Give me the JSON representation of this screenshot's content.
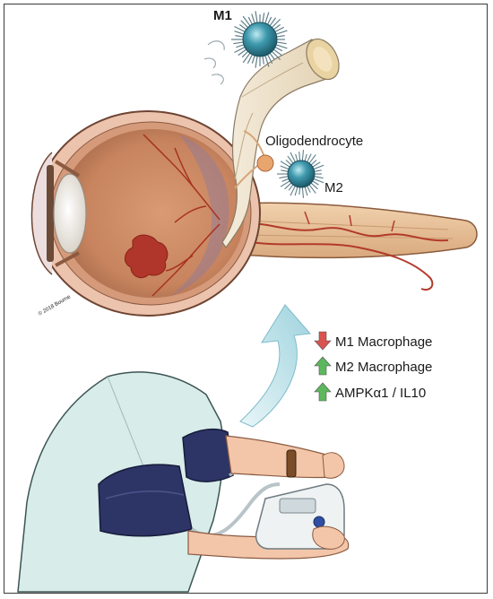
{
  "labels": {
    "m1": "M1",
    "m2": "M2",
    "oligodendrocyte": "Oligodendrocyte",
    "copyright": "© 2018 Bourne"
  },
  "legend": {
    "items": [
      {
        "text": "M1 Macrophage",
        "direction": "down",
        "color": "#d9534f"
      },
      {
        "text": "M2 Macrophage",
        "direction": "up",
        "color": "#5cb85c"
      },
      {
        "text": "AMPKα1 / IL10",
        "direction": "up",
        "color": "#5cb85c"
      }
    ]
  },
  "colors": {
    "eye_wall": "#e9b9a3",
    "eye_interior": "#c98863",
    "nerve": "#e3b98f",
    "vessel": "#b23a2a",
    "macrophage": "#3a8fa0",
    "arrow": "#bfe3ea",
    "cuff": "#2d3566",
    "shirt": "#d8ecea"
  }
}
